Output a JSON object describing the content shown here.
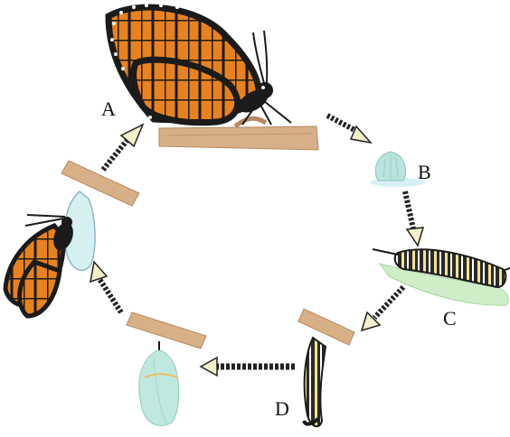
{
  "labels": {
    "a": "A",
    "b": "B",
    "c": "C",
    "d": "D"
  },
  "colors": {
    "wing_orange": "#e8821e",
    "wing_dark": "#1b1b1b",
    "branch": "#d8b088",
    "egg": "#b8e4dc",
    "leaf": "#cfeec8",
    "chrysalis": "#bfe8df",
    "arrow_fill": "#f3efc8",
    "arrow_stroke": "#222222"
  }
}
